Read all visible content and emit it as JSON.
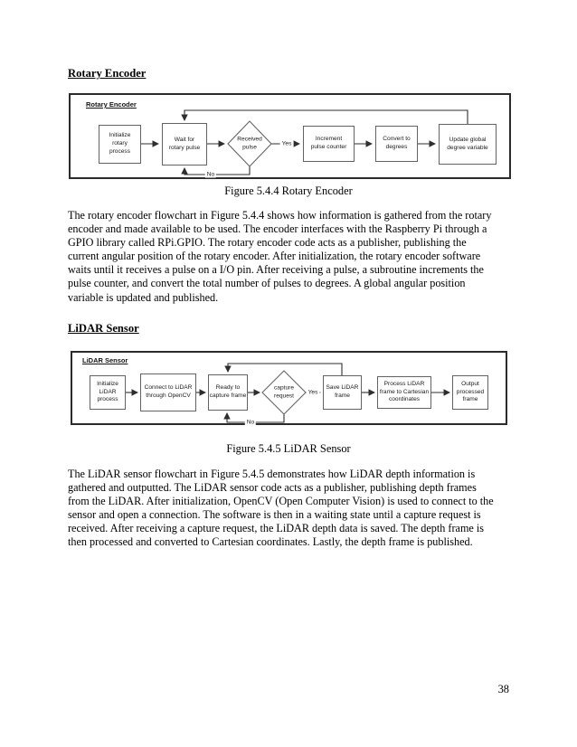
{
  "colors": {
    "background": "#ffffff",
    "text": "#000000",
    "frame_border": "#2b2b2b",
    "node_border": "#636363",
    "connector": "#2e2e2e"
  },
  "rotary": {
    "heading": "Rotary Encoder",
    "diagram": {
      "title": "Rotary Encoder",
      "nodes": {
        "init": "Initialize\nrotary\nprocess",
        "wait": "Wait for\nrotary pulse",
        "decision": "Received\npulse",
        "increment": "Increment\npulse counter",
        "convert": "Convert to\ndegrees",
        "update": "Update global\ndegree variable"
      },
      "labels": {
        "yes": "Yes",
        "no": "No"
      }
    },
    "caption": "Figure 5.4.4 Rotary Encoder",
    "paragraph": "The rotary encoder flowchart in Figure 5.4.4 shows how information is gathered from the rotary\nencoder and made available to be used. The encoder interfaces with the Raspberry Pi through a\nGPIO library called RPi.GPIO. The rotary encoder code acts as a publisher, publishing the\ncurrent angular position of the rotary encoder. After initialization, the rotary encoder software\nwaits until it receives a pulse on a I/O pin. After receiving a pulse, a subroutine increments the\npulse counter, and convert the total number of pulses to degrees. A global angular position\nvariable is updated and published."
  },
  "lidar": {
    "heading": "LiDAR Sensor",
    "diagram": {
      "title": "LiDAR Sensor",
      "nodes": {
        "init": "Initialize\nLiDAR\nprocess",
        "connect": "Connect to LiDAR\nthrough OpenCV",
        "ready": "Ready to\ncapture frame",
        "decision": "capture\nrequest",
        "save": "Save LiDAR\nframe",
        "process": "Process LiDAR\nframe to Cartesian\ncoordinates",
        "output": "Output\nprocessed\nframe"
      },
      "labels": {
        "yes": "Yes",
        "no": "No"
      }
    },
    "caption": "Figure 5.4.5 LiDAR Sensor",
    "paragraph": "The LiDAR sensor flowchart in Figure 5.4.5 demonstrates how LiDAR depth information is\ngathered and outputted. The LiDAR sensor code acts as a publisher, publishing depth frames\nfrom the LiDAR. After initialization, OpenCV (Open Computer Vision) is used to connect to the\nsensor and open a connection. The software is then in a waiting state until a capture request is\nreceived. After receiving a capture request, the LiDAR depth data is saved. The depth frame is\nthen processed and converted to Cartesian coordinates. Lastly, the depth frame is published."
  },
  "page_number": "38"
}
